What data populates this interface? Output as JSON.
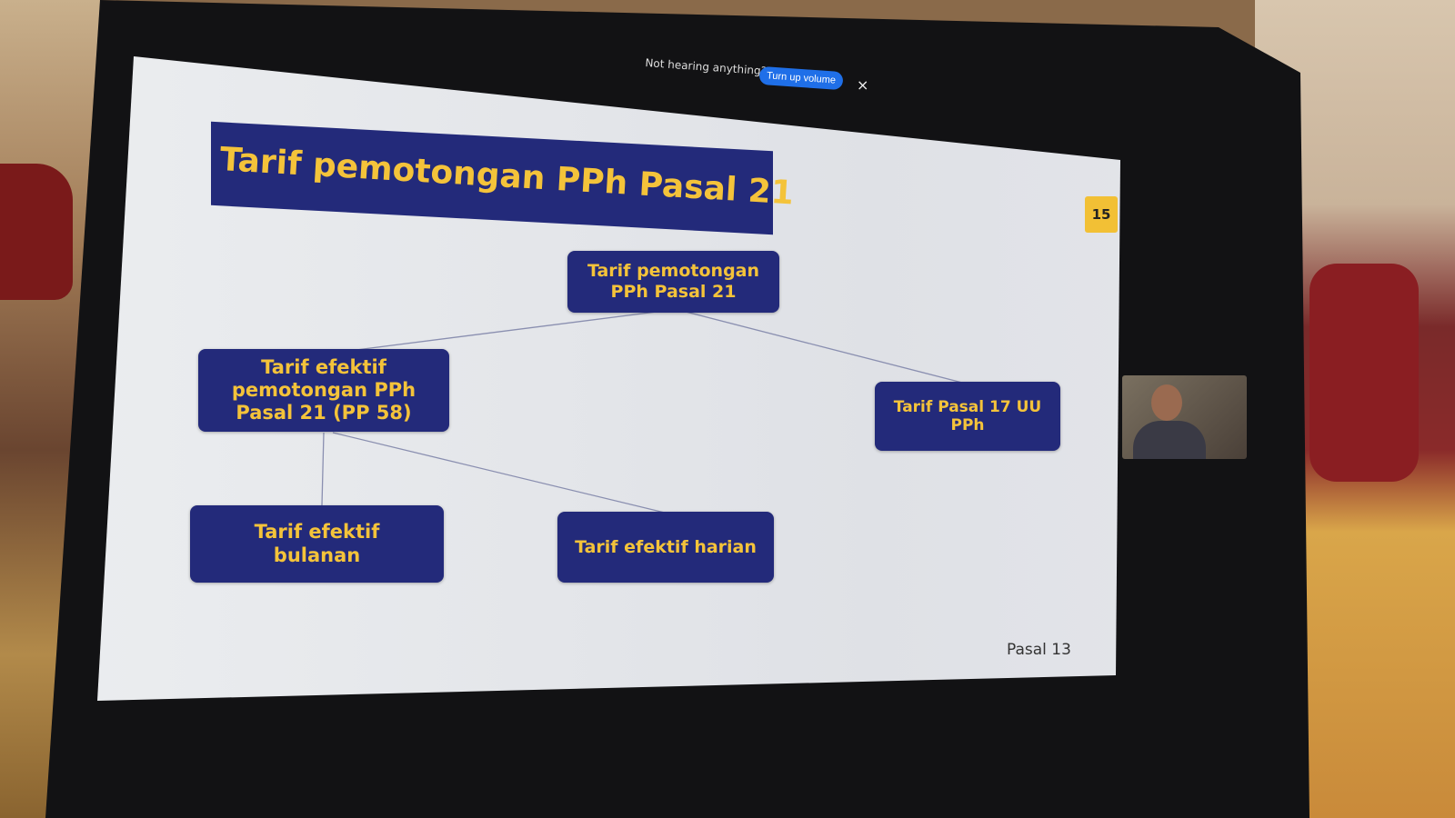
{
  "notification": {
    "text": "Not hearing anything?",
    "button": "Turn up volume",
    "close": "×"
  },
  "slide": {
    "title": "Tarif pemotongan PPh Pasal 21",
    "page_number": "15",
    "root": "Tarif pemotongan PPh Pasal 21",
    "left": "Tarif efektif pemotongan PPh Pasal 21 (PP 58)",
    "right": "Tarif Pasal 17 UU PPh",
    "monthly": "Tarif efektif bulanan",
    "daily": "Tarif efektif harian",
    "footer": "Pasal 13"
  },
  "colors": {
    "box": "#232a7a",
    "text": "#f4c33a",
    "badge": "#f2c035"
  }
}
